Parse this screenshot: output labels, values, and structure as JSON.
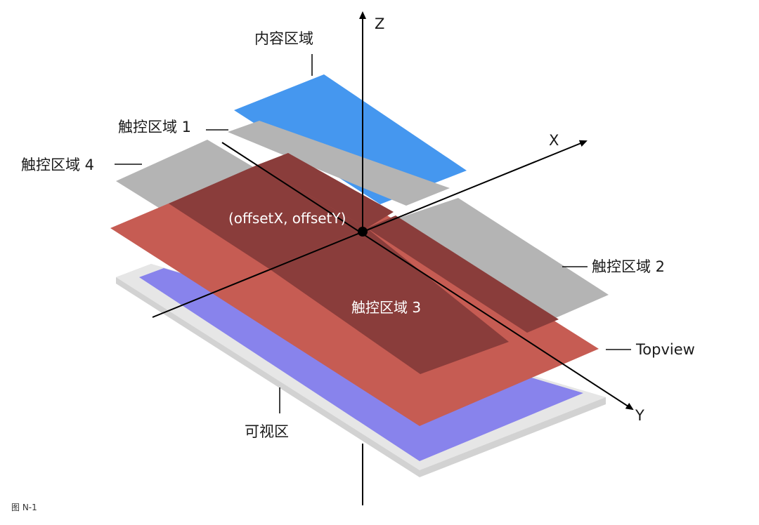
{
  "axes": {
    "z": "Z",
    "x": "X",
    "y": "Y"
  },
  "origin_label": "(offsetX, offsetY)",
  "labels": {
    "content_area": "内容区域",
    "touch_area_1": "触控区域 1",
    "touch_area_2": "触控区域 2",
    "touch_area_3": "触控区域 3",
    "touch_area_4": "触控区域 4",
    "topview": "Topview",
    "visible_area": "可视区"
  },
  "caption": "图 N-1",
  "colors": {
    "content_area": "#4597EF",
    "touch_area": "#B4B4B4",
    "topview": "#C65C53",
    "touch_area_3": "#8A3D3B",
    "visible_area": "#8883EC",
    "visible_frame": "#E6E6E6"
  }
}
